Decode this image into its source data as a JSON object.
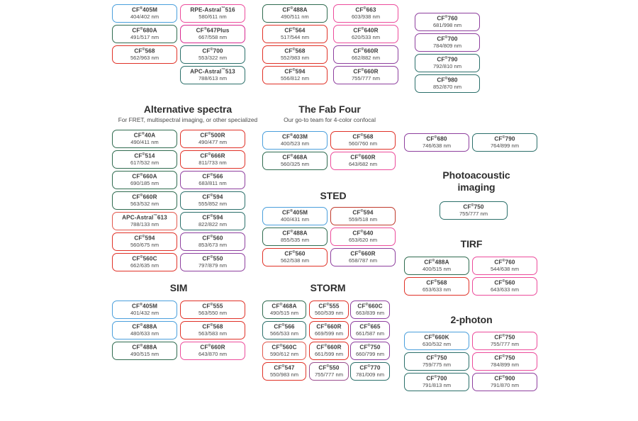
{
  "page": {
    "title": "Bio-Rad CF Dye selection chart",
    "background": "#ffffff"
  },
  "palette": {
    "blue": "#4a9fdc",
    "green": "#2f6b4f",
    "red": "#e03127",
    "pink": "#ec4b9b",
    "magenta": "#d8288f",
    "purple": "#8e3f9e",
    "teal": "#2b6f6a",
    "darkred": "#c0392b",
    "salmon": "#e2574c",
    "plum": "#9b4f8e",
    "text": "#3b3b3b"
  },
  "sections": [
    {
      "id": "top-left",
      "heading": "",
      "subheading": "",
      "columns": [
        {
          "id": "top-col-1",
          "chips": [
            {
              "name": "CF",
              "reg": "®",
              "code": "405M",
              "spec": "404/402 nm",
              "color": "#4a9fdc"
            },
            {
              "name": "CF",
              "reg": "®",
              "code": "680A",
              "spec": "491/517 nm",
              "color": "#2f6b4f"
            },
            {
              "name": "CF",
              "reg": "®",
              "code": "568",
              "spec": "562/963 nm",
              "color": "#e03127"
            }
          ]
        },
        {
          "id": "top-col-2",
          "chips": [
            {
              "name": "RPE-Astral",
              "reg": "™",
              "code": "516",
              "spec": "580/611 nm",
              "color": "#ec4b9b"
            },
            {
              "name": "CF",
              "reg": "®",
              "code": "647Plus",
              "spec": "667/558 nm",
              "color": "#d8288f"
            },
            {
              "name": "CF",
              "reg": "®",
              "code": "700",
              "spec": "553/322 nm",
              "color": "#2b6f6a"
            },
            {
              "name": "APC-Astral",
              "reg": "™",
              "code": "513",
              "spec": "788/613 nm",
              "color": "#2b6f6a"
            }
          ]
        },
        {
          "id": "top-col-3",
          "chips": [
            {
              "name": "CF",
              "reg": "®",
              "code": "488A",
              "spec": "490/511 nm",
              "color": "#2f6b4f"
            },
            {
              "name": "CF",
              "reg": "®",
              "code": "564",
              "spec": "517/544 nm",
              "color": "#e03127"
            },
            {
              "name": "CF",
              "reg": "®",
              "code": "568",
              "spec": "552/983 nm",
              "color": "#e03127"
            },
            {
              "name": "CF",
              "reg": "®",
              "code": "594",
              "spec": "556/812 nm",
              "color": "#e03127"
            }
          ]
        },
        {
          "id": "top-col-4",
          "chips": [
            {
              "name": "CF",
              "reg": "®",
              "code": "663",
              "spec": "603/938 nm",
              "color": "#ec4b9b"
            },
            {
              "name": "CF",
              "reg": "®",
              "code": "640R",
              "spec": "620/533 nm",
              "color": "#ec4b9b"
            },
            {
              "name": "CF",
              "reg": "®",
              "code": "660R",
              "spec": "662/882 nm",
              "color": "#8e3f9e"
            },
            {
              "name": "CF",
              "reg": "®",
              "code": "660R",
              "spec": "755/777 nm",
              "color": "#8e3f9e"
            }
          ]
        },
        {
          "id": "top-col-5",
          "chips": [
            {
              "name": "CF",
              "reg": "®",
              "code": "760",
              "spec": "681/998 nm",
              "color": "#8e3f9e"
            },
            {
              "name": "CF",
              "reg": "®",
              "code": "700",
              "spec": "784/809 nm",
              "color": "#8e3f9e"
            },
            {
              "name": "CF",
              "reg": "®",
              "code": "790",
              "spec": "792/810 nm",
              "color": "#2b6f6a"
            },
            {
              "name": "CF",
              "reg": "®",
              "code": "980",
              "spec": "852/870 nm",
              "color": "#2b6f6a"
            }
          ]
        }
      ]
    },
    {
      "id": "alternative-spectra",
      "heading": "Alternative spectra",
      "subheading": "For FRET, multispectral imaging, or other specialized",
      "columns": [
        {
          "id": "alt-col-1",
          "chips": [
            {
              "name": "CF",
              "reg": "®",
              "code": "40A",
              "spec": "490/411 nm",
              "color": "#2f6b4f"
            },
            {
              "name": "CF",
              "reg": "®",
              "code": "514",
              "spec": "617/532 nm",
              "color": "#2f6b4f"
            },
            {
              "name": "CF",
              "reg": "®",
              "code": "660A",
              "spec": "690/185 nm",
              "color": "#2f6b4f"
            },
            {
              "name": "CF",
              "reg": "®",
              "code": "660R",
              "spec": "563/532 nm",
              "color": "#2f6b4f"
            },
            {
              "name": "APC-Astral",
              "reg": "™",
              "code": "613",
              "spec": "788/133 nm",
              "color": "#e2574c"
            },
            {
              "name": "CF",
              "reg": "®",
              "code": "594",
              "spec": "560/675 nm",
              "color": "#e03127"
            },
            {
              "name": "CF",
              "reg": "®",
              "code": "560C",
              "spec": "662/635 nm",
              "color": "#e03127"
            }
          ]
        },
        {
          "id": "alt-col-2",
          "chips": [
            {
              "name": "CF",
              "reg": "®",
              "code": "500R",
              "spec": "490/477 nm",
              "color": "#e03127"
            },
            {
              "name": "CF",
              "reg": "®",
              "code": "666R",
              "spec": "811/733 nm",
              "color": "#e03127"
            },
            {
              "name": "CF",
              "reg": "®",
              "code": "566",
              "spec": "683/811 nm",
              "color": "#8e3f9e"
            },
            {
              "name": "CF",
              "reg": "®",
              "code": "594",
              "spec": "555/852 nm",
              "color": "#2b6f6a"
            },
            {
              "name": "CF",
              "reg": "®",
              "code": "594",
              "spec": "822/822 nm",
              "color": "#2b6f6a"
            },
            {
              "name": "CF",
              "reg": "®",
              "code": "560",
              "spec": "853/673 nm",
              "color": "#8e3f9e"
            },
            {
              "name": "CF",
              "reg": "®",
              "code": "550",
              "spec": "797/879 nm",
              "color": "#8e3f9e"
            }
          ]
        }
      ]
    },
    {
      "id": "fab-four",
      "heading": "The Fab Four",
      "subheading": "Our go-to team for 4-color confocal",
      "columns": [
        {
          "id": "fab-col-1",
          "chips": [
            {
              "name": "CF",
              "reg": "®",
              "code": "403M",
              "spec": "400/523 nm",
              "color": "#4a9fdc"
            },
            {
              "name": "CF",
              "reg": "®",
              "code": "468A",
              "spec": "560/325 nm",
              "color": "#2f6b4f"
            }
          ]
        },
        {
          "id": "fab-col-2",
          "chips": [
            {
              "name": "CF",
              "reg": "®",
              "code": "568",
              "spec": "560/760 nm",
              "color": "#e03127"
            },
            {
              "name": "CF",
              "reg": "®",
              "code": "660R",
              "spec": "643/682 nm",
              "color": "#ec4b9b"
            }
          ]
        }
      ]
    },
    {
      "id": "sted",
      "heading": "STED",
      "subheading": "",
      "columns": [
        {
          "id": "sted-col-1",
          "chips": [
            {
              "name": "CF",
              "reg": "®",
              "code": "405M",
              "spec": "400/431 nm",
              "color": "#4a9fdc"
            },
            {
              "name": "CF",
              "reg": "®",
              "code": "488A",
              "spec": "855/535 nm",
              "color": "#2f6b4f"
            },
            {
              "name": "CF",
              "reg": "®",
              "code": "560",
              "spec": "562/538 nm",
              "color": "#e03127"
            }
          ]
        },
        {
          "id": "sted-col-2",
          "chips": [
            {
              "name": "CF",
              "reg": "®",
              "code": "594",
              "spec": "559/518 nm",
              "color": "#c0392b"
            },
            {
              "name": "CF",
              "reg": "®",
              "code": "640",
              "spec": "653/620 nm",
              "color": "#ec4b9b"
            },
            {
              "name": "CF",
              "reg": "®",
              "code": "660R",
              "spec": "658/787 nm",
              "color": "#8e3f9e"
            }
          ]
        }
      ]
    },
    {
      "id": "sim",
      "heading": "SIM",
      "subheading": "",
      "columns": [
        {
          "id": "sim-col-1",
          "chips": [
            {
              "name": "CF",
              "reg": "®",
              "code": "405M",
              "spec": "401/432 nm",
              "color": "#4a9fdc"
            },
            {
              "name": "CF",
              "reg": "®",
              "code": "488A",
              "spec": "480/633 nm",
              "color": "#4a9fdc"
            },
            {
              "name": "CF",
              "reg": "®",
              "code": "488A",
              "spec": "490/515 nm",
              "color": "#2f6b4f"
            }
          ]
        },
        {
          "id": "sim-col-2",
          "chips": [
            {
              "name": "CF",
              "reg": "®",
              "code": "555",
              "spec": "563/550 nm",
              "color": "#e03127"
            },
            {
              "name": "CF",
              "reg": "®",
              "code": "568",
              "spec": "563/583 nm",
              "color": "#e03127"
            },
            {
              "name": "CF",
              "reg": "®",
              "code": "660R",
              "spec": "643/870 nm",
              "color": "#ec4b9b"
            }
          ]
        }
      ]
    },
    {
      "id": "storm",
      "heading": "STORM",
      "subheading": "",
      "columns": [
        {
          "id": "storm-col-1",
          "chips": [
            {
              "name": "CF",
              "reg": "®",
              "code": "468A",
              "spec": "490/515 nm",
              "color": "#2f6b4f"
            },
            {
              "name": "CF",
              "reg": "®",
              "code": "566",
              "spec": "566/533 nm",
              "color": "#2b6f6a"
            },
            {
              "name": "CF",
              "reg": "®",
              "code": "560C",
              "spec": "590/612 nm",
              "color": "#e2574c"
            },
            {
              "name": "CF",
              "reg": "®",
              "code": "547",
              "spec": "550/983 nm",
              "color": "#e03127"
            }
          ]
        },
        {
          "id": "storm-col-2",
          "chips": [
            {
              "name": "CF",
              "reg": "®",
              "code": "555",
              "spec": "560/539 nm",
              "color": "#e03127"
            },
            {
              "name": "CF",
              "reg": "®",
              "code": "660R",
              "spec": "669/599 nm",
              "color": "#e03127"
            },
            {
              "name": "CF",
              "reg": "®",
              "code": "660R",
              "spec": "661/599 nm",
              "color": "#e03127"
            },
            {
              "name": "CF",
              "reg": "®",
              "code": "550",
              "spec": "755/777 nm",
              "color": "#9b4f8e"
            }
          ]
        },
        {
          "id": "storm-col-3",
          "chips": [
            {
              "name": "CF",
              "reg": "®",
              "code": "660C",
              "spec": "663/839 nm",
              "color": "#8e3f9e"
            },
            {
              "name": "CF",
              "reg": "®",
              "code": "665",
              "spec": "661/587 nm",
              "color": "#8e3f9e"
            },
            {
              "name": "CF",
              "reg": "®",
              "code": "750",
              "spec": "660/799 nm",
              "color": "#8e3f9e"
            },
            {
              "name": "CF",
              "reg": "®",
              "code": "770",
              "spec": "781/009 nm",
              "color": "#2b6f6a"
            }
          ]
        }
      ]
    },
    {
      "id": "right-pair",
      "heading": "",
      "subheading": "",
      "columns": [
        {
          "id": "right-pair-col-1",
          "chips": [
            {
              "name": "CF",
              "reg": "®",
              "code": "680",
              "spec": "746/638 nm",
              "color": "#8e3f9e"
            }
          ]
        },
        {
          "id": "right-pair-col-2",
          "chips": [
            {
              "name": "CF",
              "reg": "®",
              "code": "790",
              "spec": "764/899 nm",
              "color": "#2b6f6a"
            }
          ]
        }
      ]
    },
    {
      "id": "photoacoustic",
      "heading": "Photoacoustic imaging",
      "heading_line1": "Photoacoustic",
      "heading_line2": "imaging",
      "subheading": "",
      "columns": [
        {
          "id": "pa-col-1",
          "chips": [
            {
              "name": "CF",
              "reg": "®",
              "code": "750",
              "spec": "755/777 nm",
              "color": "#2b6f6a"
            }
          ]
        }
      ]
    },
    {
      "id": "tirf",
      "heading": "TIRF",
      "subheading": "",
      "columns": [
        {
          "id": "tirf-col-1",
          "chips": [
            {
              "name": "CF",
              "reg": "®",
              "code": "488A",
              "spec": "400/515 nm",
              "color": "#2f6b4f"
            },
            {
              "name": "CF",
              "reg": "®",
              "code": "568",
              "spec": "653/633 nm",
              "color": "#e03127"
            }
          ]
        },
        {
          "id": "tirf-col-2",
          "chips": [
            {
              "name": "CF",
              "reg": "®",
              "code": "760",
              "spec": "544/638 nm",
              "color": "#ec4b9b"
            },
            {
              "name": "CF",
              "reg": "®",
              "code": "560",
              "spec": "643/633 nm",
              "color": "#ec4b9b"
            }
          ]
        }
      ]
    },
    {
      "id": "two-photon",
      "heading": "2-photon",
      "subheading": "",
      "columns": [
        {
          "id": "tp-col-1",
          "chips": [
            {
              "name": "CF",
              "reg": "®",
              "code": "660K",
              "spec": "630/532 nm",
              "color": "#4a9fdc"
            },
            {
              "name": "CF",
              "reg": "®",
              "code": "750",
              "spec": "759/775 nm",
              "color": "#2b6f6a"
            },
            {
              "name": "CF",
              "reg": "®",
              "code": "700",
              "spec": "791/813 nm",
              "color": "#2b6f6a"
            }
          ]
        },
        {
          "id": "tp-col-2",
          "chips": [
            {
              "name": "CF",
              "reg": "®",
              "code": "750",
              "spec": "755/777 nm",
              "color": "#ec4b9b"
            },
            {
              "name": "CF",
              "reg": "®",
              "code": "750",
              "spec": "784/899 nm",
              "color": "#ec4b9b"
            },
            {
              "name": "CF",
              "reg": "®",
              "code": "900",
              "spec": "791/870 nm",
              "color": "#8e3f9e"
            }
          ]
        }
      ]
    }
  ],
  "layout": {
    "chip_w": 92,
    "chip_h": 26,
    "chip_gap": 3
  }
}
